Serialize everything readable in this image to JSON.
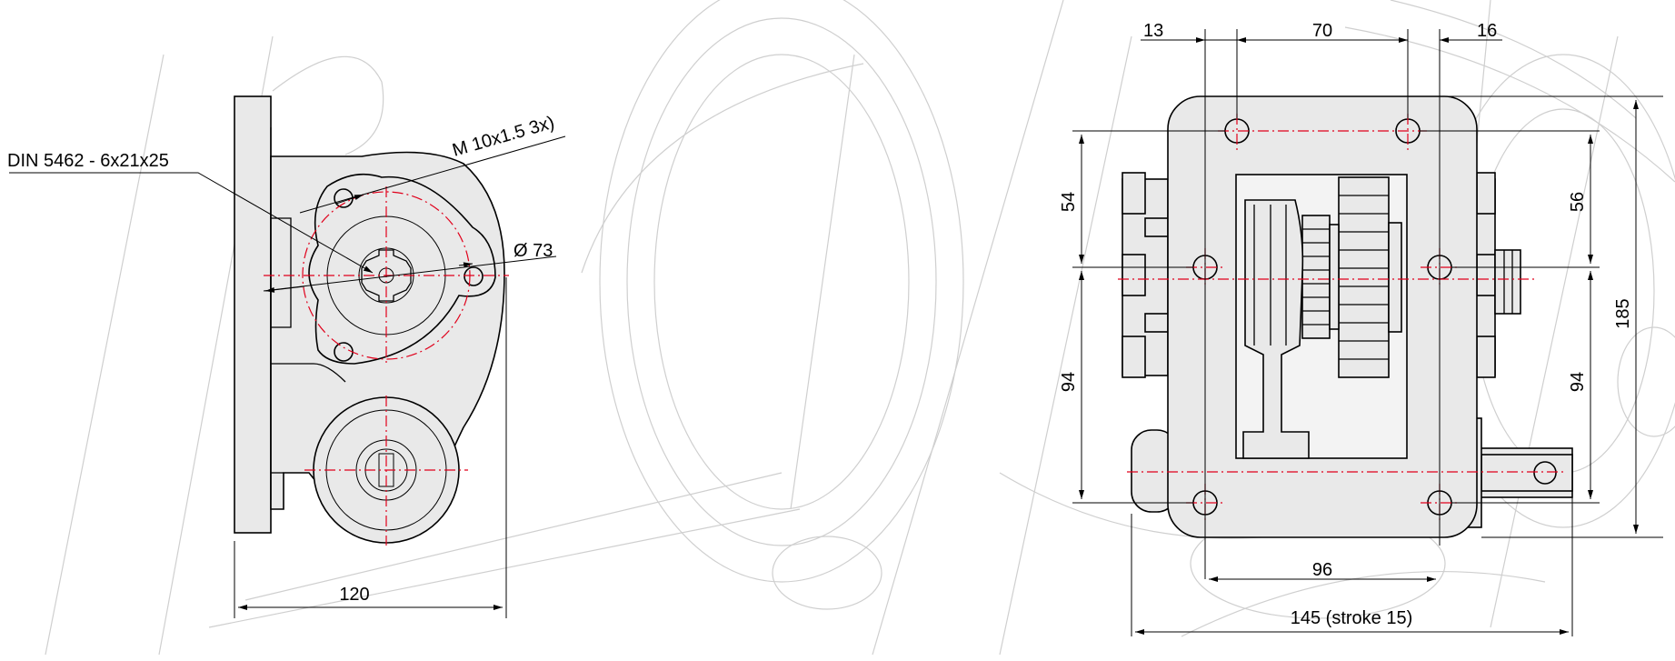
{
  "left_view": {
    "spline_label": "DIN 5462 - 6x21x25",
    "thread_label": "M 10x1.5 3x)",
    "bolt_circle_label": "Ø 73",
    "width_label": "120"
  },
  "right_view": {
    "dim_top_left": "13",
    "dim_top_center": "70",
    "dim_top_right": "16",
    "dim_left_upper": "54",
    "dim_left_lower": "94",
    "dim_right_upper": "56",
    "dim_right_lower": "94",
    "dim_overall_height": "185",
    "dim_hole_spacing": "96",
    "dim_overall_width": "145 (stroke 15)"
  },
  "colors": {
    "outline": "#000000",
    "part_fill": "#e9e9e9",
    "centerline": "#e0001b",
    "background_sketch": "#cfcfcf"
  }
}
